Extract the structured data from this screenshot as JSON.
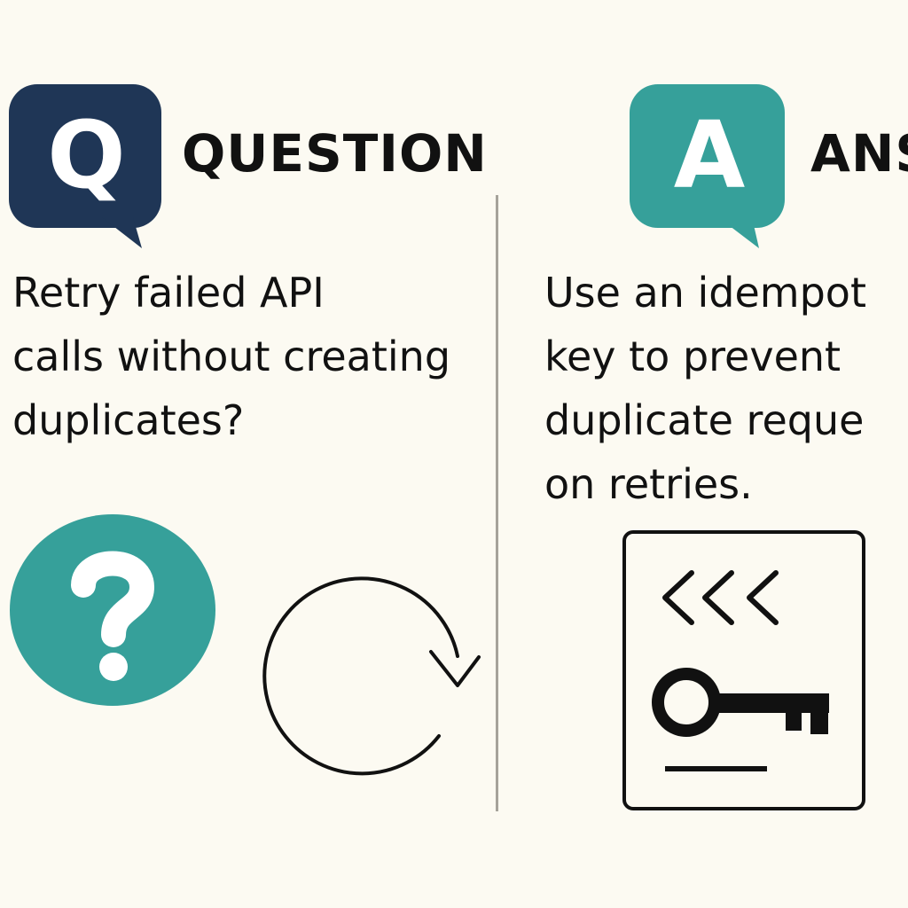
{
  "question": {
    "badge_letter": "Q",
    "heading": "QUESTION",
    "lines": [
      "Retry failed API",
      "calls without creating",
      "duplicates?"
    ],
    "badge_icon": "speech-bubble-icon",
    "illustrations": [
      "question-mark-circle-icon",
      "retry-circular-arrow-icon"
    ]
  },
  "answer": {
    "badge_letter": "A",
    "heading": "ANS",
    "lines": [
      "Use an idempot",
      "key to prevent",
      "duplicate reque",
      "on retries."
    ],
    "badge_icon": "speech-bubble-icon",
    "illustrations": [
      "key-card-icon"
    ]
  },
  "colors": {
    "background": "#fcfaf2",
    "question_badge": "#1f3656",
    "answer_badge": "#36a09a",
    "help_circle": "#36a09a",
    "text": "#111111",
    "divider": "#a6a39b"
  }
}
